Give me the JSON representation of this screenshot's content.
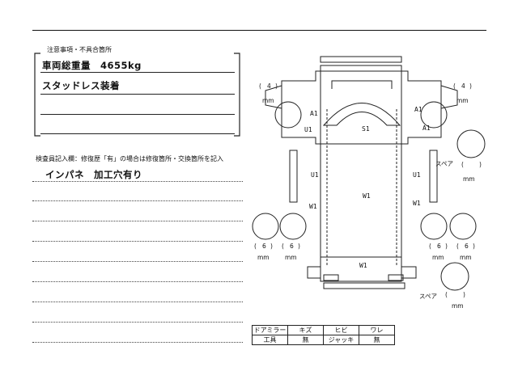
{
  "notes": {
    "title": "注意事項・不具合箇所",
    "line1": "車両総重量　4655kg",
    "line2": "スタッドレス装着"
  },
  "inspector": {
    "title": "検査員記入欄：修復歴「有」の場合は修復箇所・交換箇所を記入",
    "line1": "インパネ　加工穴有り"
  },
  "diagram": {
    "mm": "mm",
    "tire_front_left": "4",
    "tire_front_right": "4",
    "tire_rear_l1": "6",
    "tire_rear_l2": "6",
    "tire_rear_r1": "6",
    "tire_rear_r2": "6",
    "spare_label": "スペア",
    "spare1_value": "",
    "spare2_value": "",
    "mark_a1": "A1",
    "mark_u1": "U1",
    "mark_s1": "S1",
    "mark_w1": "W1"
  },
  "accessories": {
    "headers": [
      "ドアミラー",
      "キズ",
      "ヒビ",
      "ワレ"
    ],
    "row": [
      "工具",
      "無",
      "ジャッキ",
      "無"
    ]
  }
}
